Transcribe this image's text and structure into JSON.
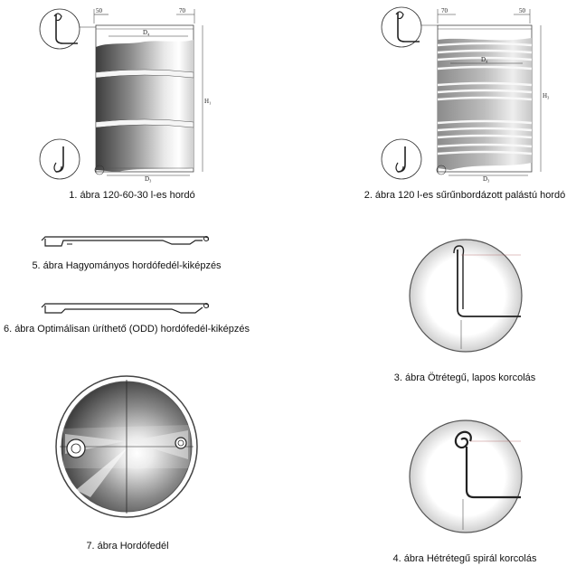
{
  "captions": {
    "fig1": "1. ábra 120-60-30 l-es hordó",
    "fig2": "2. ábra 120 l-es sűrűnbordázott palástú hordó",
    "fig5": "5. ábra Hagyományos hordófedél-kiképzés",
    "fig6": "6. ábra Optimálisan üríthető (ODD) hordófedél-kiképzés",
    "fig3": "3. ábra Ötrétegű, lapos korcolás",
    "fig7": "7. ábra Hordófedél",
    "fig4": "4. ábra Hétrétegű spirál korcolás"
  },
  "fig1_labels": {
    "dim_50": "50",
    "dim_70": "70",
    "d4": "D₄",
    "d3": "D₃",
    "h1": "H₁"
  },
  "fig2_labels": {
    "dim_70": "70",
    "dim_50": "50",
    "d4": "D₄",
    "d3": "D₃",
    "h3": "H₃"
  }
}
